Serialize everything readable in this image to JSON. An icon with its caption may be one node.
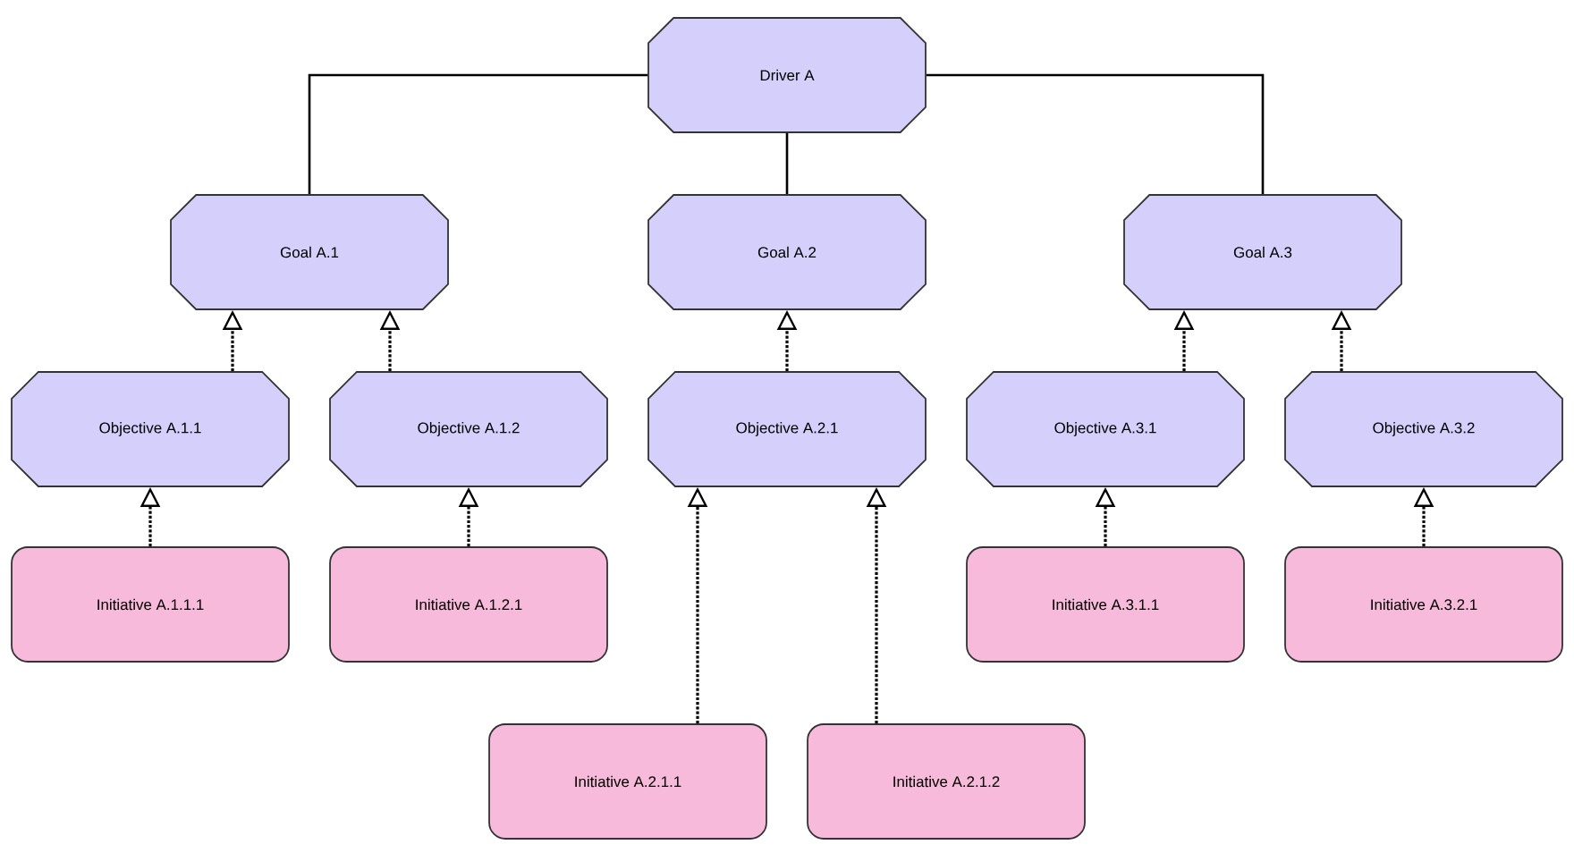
{
  "diagram": {
    "nodes": [
      {
        "text": [
          "Driver A"
        ]
      },
      {
        "text": [
          "Goal A.1"
        ]
      },
      {
        "text": [
          "Goal A.2"
        ]
      },
      {
        "text": [
          "Goal A.3"
        ]
      },
      {
        "text": [
          "Objective A.1.1"
        ]
      },
      {
        "text": [
          "Objective A.1.2"
        ]
      },
      {
        "text": [
          "Objective A.2.1"
        ]
      },
      {
        "text": [
          "Objective A.3.1"
        ]
      },
      {
        "text": [
          "Objective A.3.2"
        ]
      },
      {
        "text": [
          "Initiative A.1.1.1"
        ]
      },
      {
        "text": [
          "Initiative A.1.2.1"
        ]
      },
      {
        "text": [
          "Initiative A.3.1.1"
        ]
      },
      {
        "text": [
          "Initiative A.3.2.1"
        ]
      },
      {
        "text": [
          "Initiative A.2.1.1"
        ]
      },
      {
        "text": [
          "Initiative A.2.1.2"
        ]
      }
    ],
    "edges": [
      {
        "from": 0,
        "to": 1,
        "arrow": "none"
      },
      {
        "from": 0,
        "to": 2,
        "arrow": "none"
      },
      {
        "from": 0,
        "to": 3,
        "arrow": "none"
      },
      {
        "from": 4,
        "to": 1,
        "arrow": "to",
        "style": "dashed"
      },
      {
        "from": 5,
        "to": 1,
        "arrow": "to",
        "style": "dashed"
      },
      {
        "from": 6,
        "to": 2,
        "arrow": "to",
        "style": "dashed"
      },
      {
        "from": 7,
        "to": 3,
        "arrow": "to",
        "style": "dashed"
      },
      {
        "from": 8,
        "to": 3,
        "arrow": "to",
        "style": "dashed"
      },
      {
        "from": 9,
        "to": 4,
        "arrow": "to",
        "style": "dashed"
      },
      {
        "from": 10,
        "to": 5,
        "arrow": "to",
        "style": "dashed"
      },
      {
        "from": 11,
        "to": 7,
        "arrow": "to",
        "style": "dashed"
      },
      {
        "from": 12,
        "to": 8,
        "arrow": "to",
        "style": "dashed"
      },
      {
        "from": 13,
        "to": 6,
        "arrow": "to",
        "style": "dashed"
      },
      {
        "from": 14,
        "to": 6,
        "arrow": "to",
        "style": "dashed"
      }
    ]
  }
}
